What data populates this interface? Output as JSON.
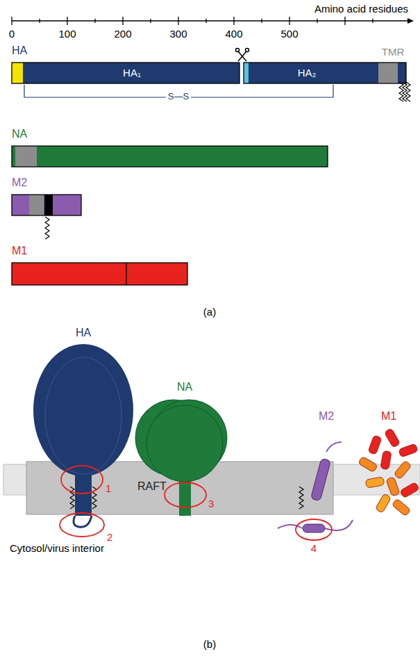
{
  "diagram": {
    "nodes": [
      {
        "text": [
          "HA",
          "HA₁",
          "HA₂"
        ]
      },
      {
        "text": [
          "NA"
        ]
      },
      {
        "text": [
          "M2"
        ]
      },
      {
        "text": [
          "M1"
        ]
      },
      {
        "text": [
          "RAFT"
        ]
      }
    ],
    "labels": [
      "Amino acid residues",
      "0",
      "100",
      "200",
      "300",
      "400",
      "500",
      "TMR",
      "S—S",
      "(a)",
      "HA",
      "NA",
      "M2",
      "M1",
      "1",
      "2",
      "3",
      "4",
      "Cytosol/virus interior",
      "(b)"
    ]
  }
}
